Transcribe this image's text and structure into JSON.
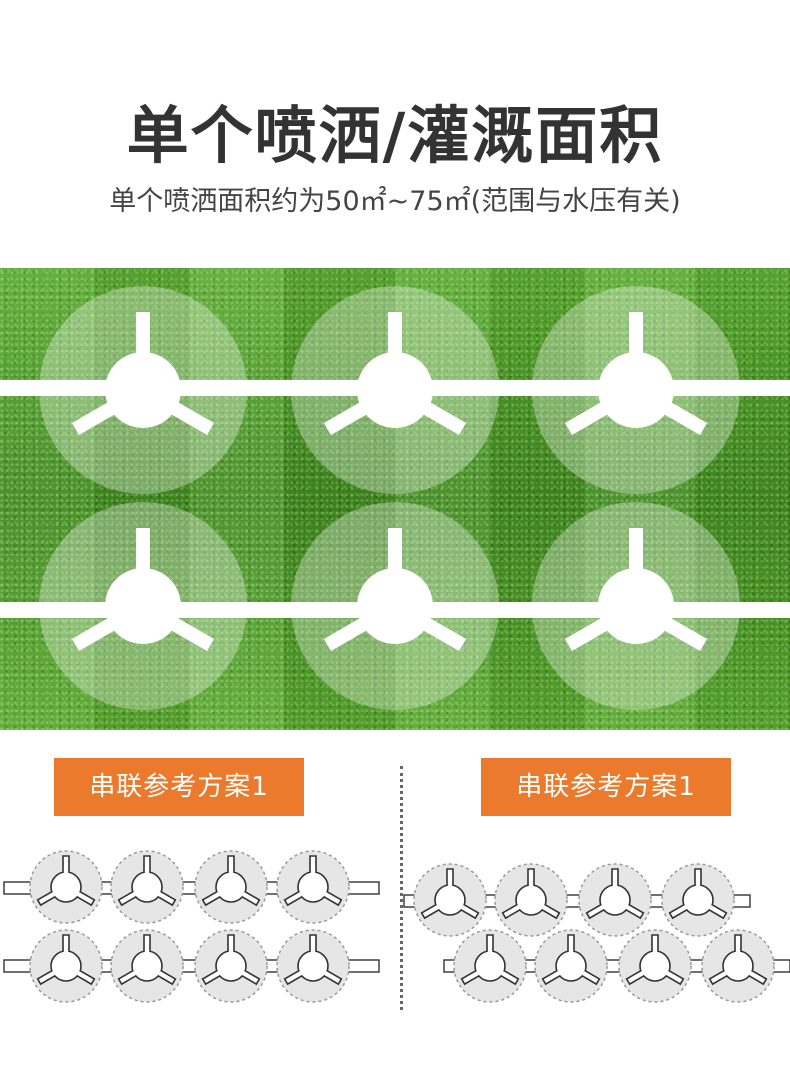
{
  "title": "单个喷洒/灌溉面积",
  "subtitle": "单个喷洒面积约为50㎡~75㎡(范围与水压有关)",
  "plans": {
    "left_label": "串联参考方案1",
    "right_label": "串联参考方案1"
  },
  "colors": {
    "accent": "#ec7a2d",
    "title": "#333333",
    "grass": "#4f9f2a"
  },
  "sprinklers_per_row": 4
}
